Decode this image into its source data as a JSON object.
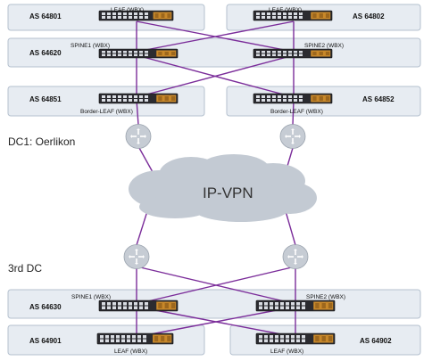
{
  "colors": {
    "link": "#7b2d9a",
    "box_fill": "#e7ecf2",
    "box_stroke": "#b5c1cf",
    "switch_dark": "#2b2b30",
    "switch_port": "#d9dce2",
    "switch_accent": "#c8882a",
    "cloud": "#c3cad3",
    "router": "#c6ccd4",
    "router_arrow": "#ffffff"
  },
  "dc1": {
    "region_label": "DC1: Oerlikon",
    "leaf1": {
      "as": "AS 64801",
      "device": "LEAF (WBX)"
    },
    "leaf2": {
      "as": "AS 64802",
      "device": "LEAF (WBX)"
    },
    "spines": {
      "as": "AS 64620",
      "spine1": "SPINE1 (WBX)",
      "spine2": "SPINE2 (WBX)"
    },
    "border1": {
      "as": "AS 64851",
      "device": "Border-LEAF (WBX)"
    },
    "border2": {
      "as": "AS 64852",
      "device": "Border-LEAF (WBX)"
    }
  },
  "wan": {
    "label": "IP-VPN"
  },
  "dc3": {
    "region_label": "3rd DC",
    "spines": {
      "as": "AS 64630",
      "spine1": "SPINE1 (WBX)",
      "spine2": "SPINE2 (WBX)"
    },
    "leaf1": {
      "as": "AS 64901",
      "device": "LEAF (WBX)"
    },
    "leaf2": {
      "as": "AS 64902",
      "device": "LEAF (WBX)"
    }
  }
}
